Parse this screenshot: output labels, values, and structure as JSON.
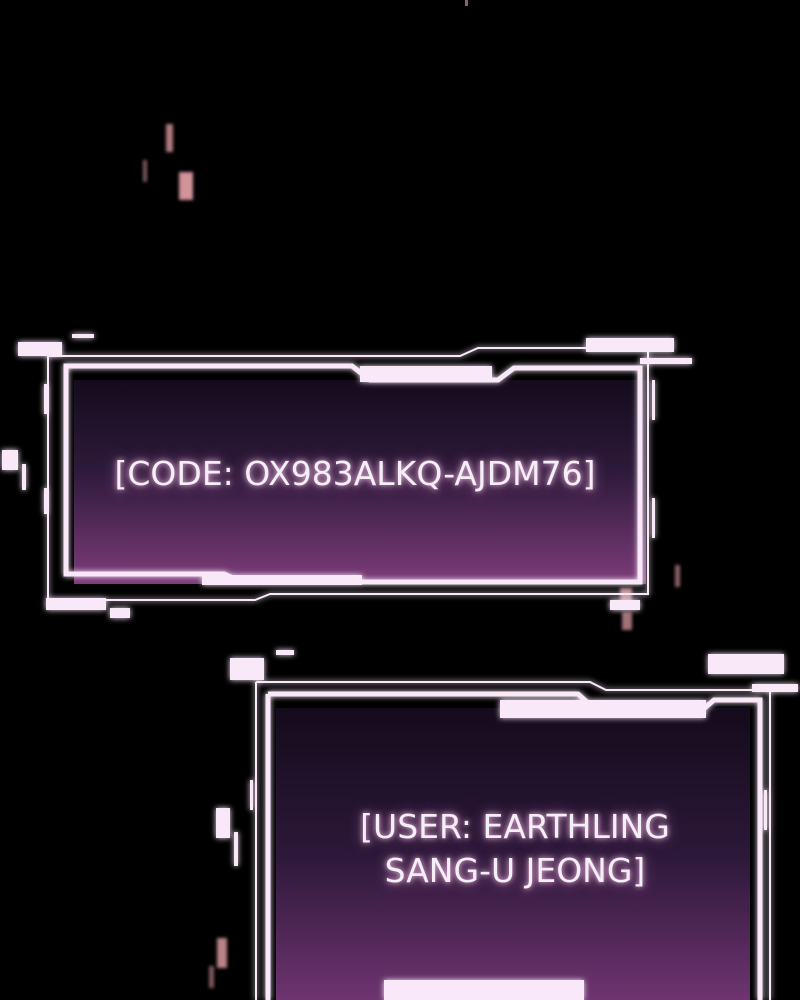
{
  "colors": {
    "background": "#000000",
    "frame": "#f7e6f7",
    "frame_glow": "#ff8fe0",
    "panel_top": "#1a0f22",
    "panel_bottom": "#7a3a78",
    "particles": "#e8a0a8"
  },
  "panels": {
    "code": {
      "text": "[CODE: OX983ALKQ-AJDM76]"
    },
    "user": {
      "line1": "[USER: EARTHLING",
      "line2": "SANG-U JEONG]"
    }
  }
}
